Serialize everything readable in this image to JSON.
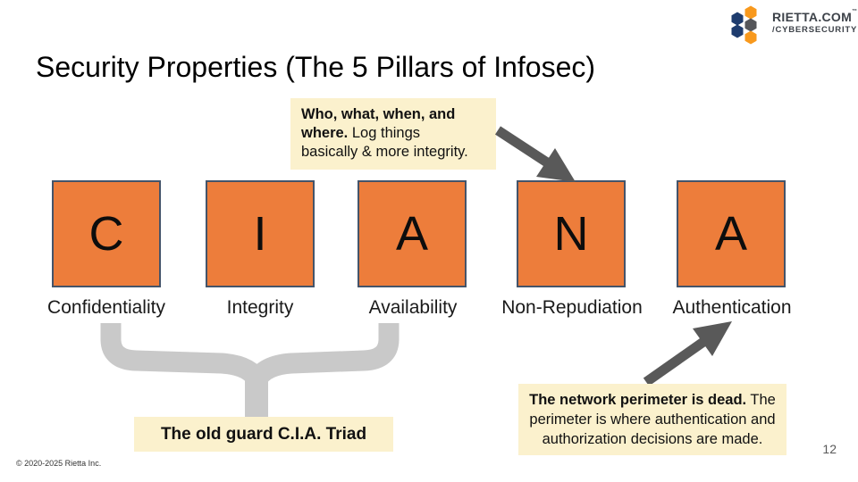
{
  "logo": {
    "brand": "RIETTA.COM",
    "tm": "™",
    "sub": "/CYBERSECURITY"
  },
  "title": "Security Properties (The 5 Pillars of Infosec)",
  "pillars": [
    {
      "letter": "C",
      "label": "Confidentiality"
    },
    {
      "letter": "I",
      "label": "Integrity"
    },
    {
      "letter": "A",
      "label": "Availability"
    },
    {
      "letter": "N",
      "label": "Non-Repudiation"
    },
    {
      "letter": "A",
      "label": "Authentication"
    }
  ],
  "callouts": {
    "nonrepudiation": {
      "bold": "Who, what, when, and where.",
      "text": " Log things basically & more integrity."
    },
    "authentication": {
      "bold": "The network perimeter is dead.",
      "text": " The perimeter is where authentication and authorization decisions are made."
    },
    "cia_triad": "The old guard C.I.A. Triad"
  },
  "footer": {
    "copyright": "© 2020-2025 Rietta Inc.",
    "page_number": "12"
  },
  "colors": {
    "pillar_fill": "#ED7D3B",
    "pillar_border": "#44546A",
    "callout_bg": "#FBF1CD",
    "arrow_gray": "#595959",
    "brace_gray": "#C9C9C9",
    "logo_navy": "#1E3C6E",
    "logo_orange": "#F8991D",
    "logo_gray": "#55565A"
  }
}
